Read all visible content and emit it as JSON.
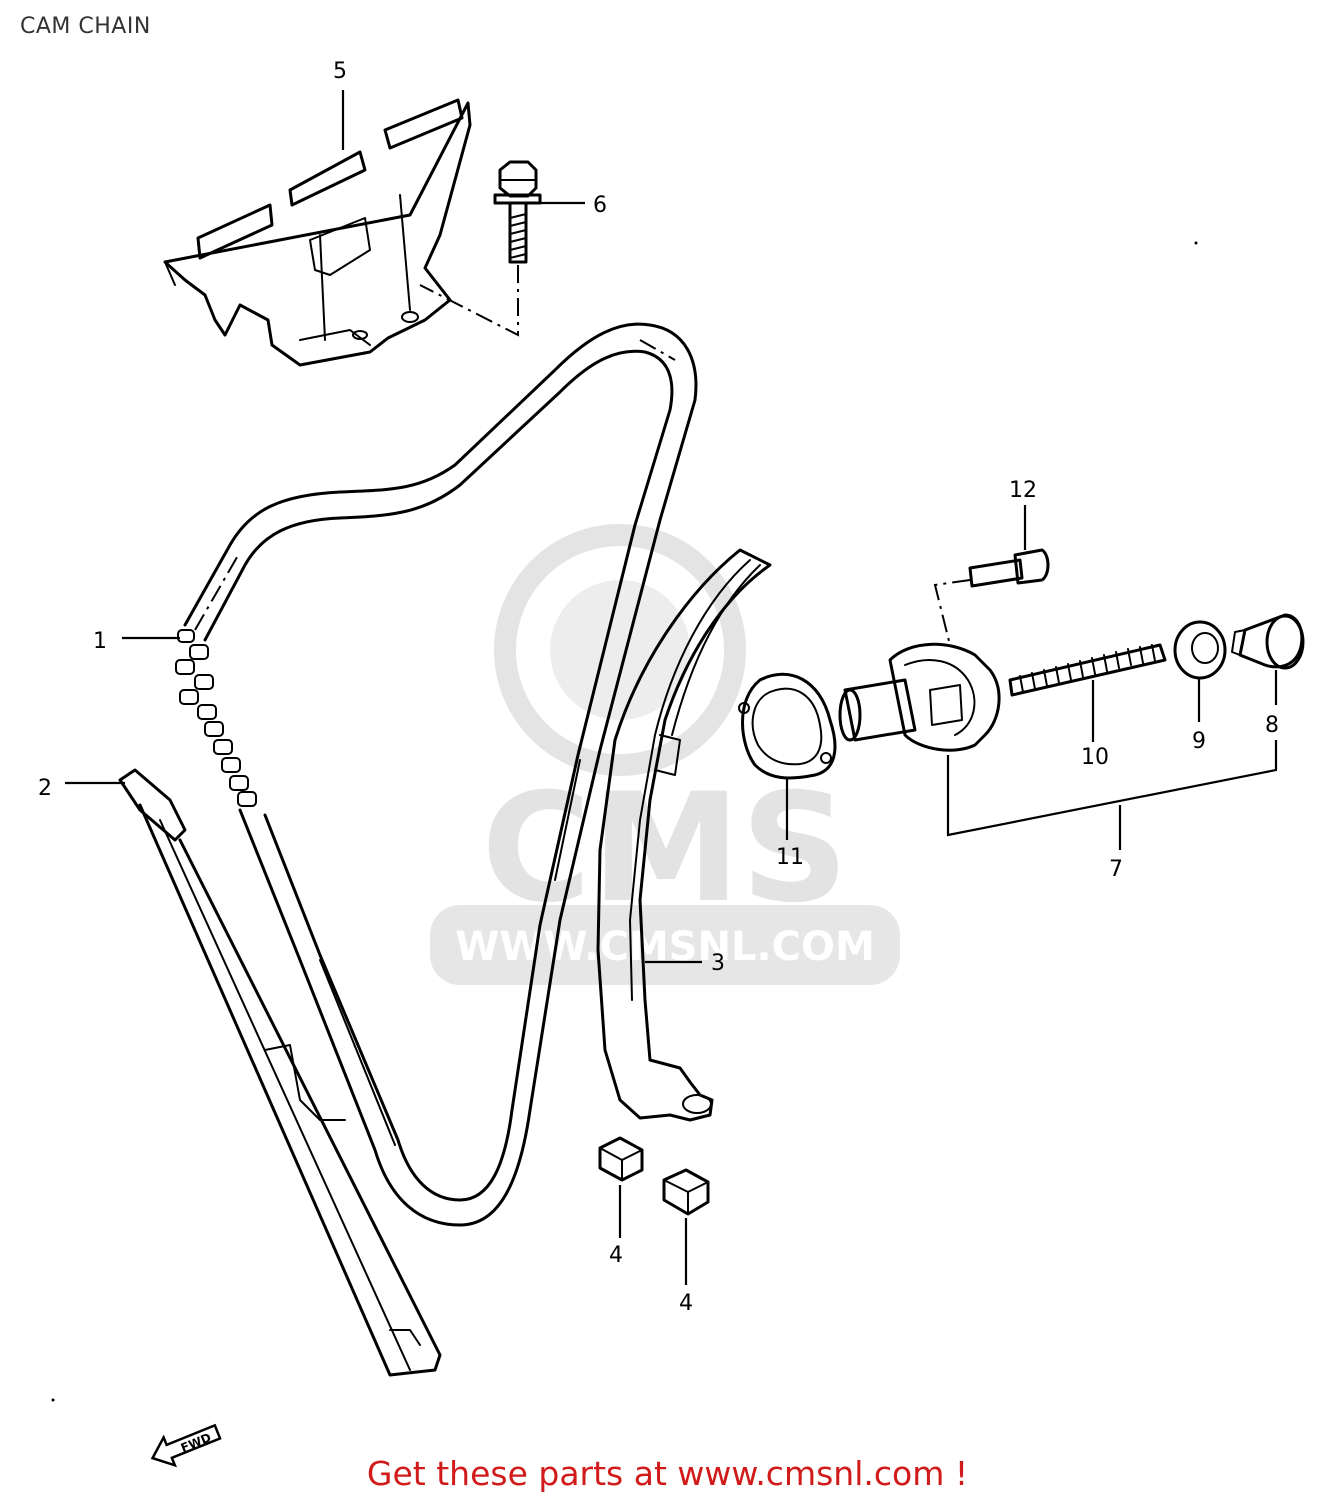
{
  "title": "CAM CHAIN",
  "footer": "Get these parts at www.cmsnl.com !",
  "watermark": {
    "text": "CMS",
    "url": "WWW.CMSNL.COM"
  },
  "fwd_mark": "FWD",
  "callouts": [
    "1",
    "2",
    "3",
    "4",
    "4",
    "5",
    "6",
    "7",
    "8",
    "9",
    "10",
    "11",
    "12"
  ],
  "colors": {
    "footer": "#d11a1a",
    "line": "#000000",
    "watermark": "#dcdcdc"
  }
}
